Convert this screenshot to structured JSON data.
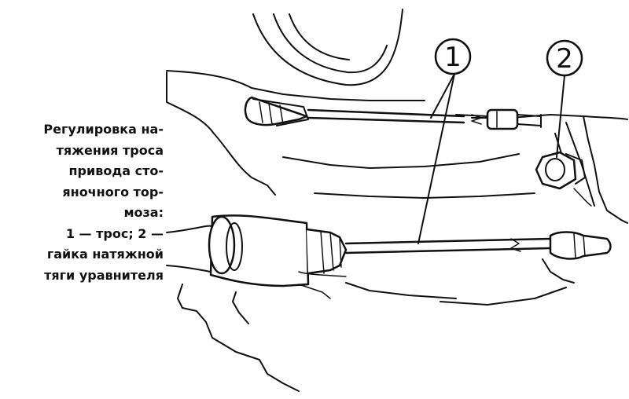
{
  "caption": {
    "lines": [
      "Регулировка на-",
      "тяжения троса",
      "привода сто-",
      "яночного тор-",
      "моза:",
      "1 — трос; 2 —",
      "гайка натяжной",
      "тяги уравнителя"
    ]
  },
  "callouts": [
    {
      "number": "1",
      "refers_to": "трос"
    },
    {
      "number": "2",
      "refers_to": "гайка натяжной тяги уравнителя"
    }
  ],
  "colors": {
    "ink": "#111111",
    "background": "#ffffff"
  }
}
